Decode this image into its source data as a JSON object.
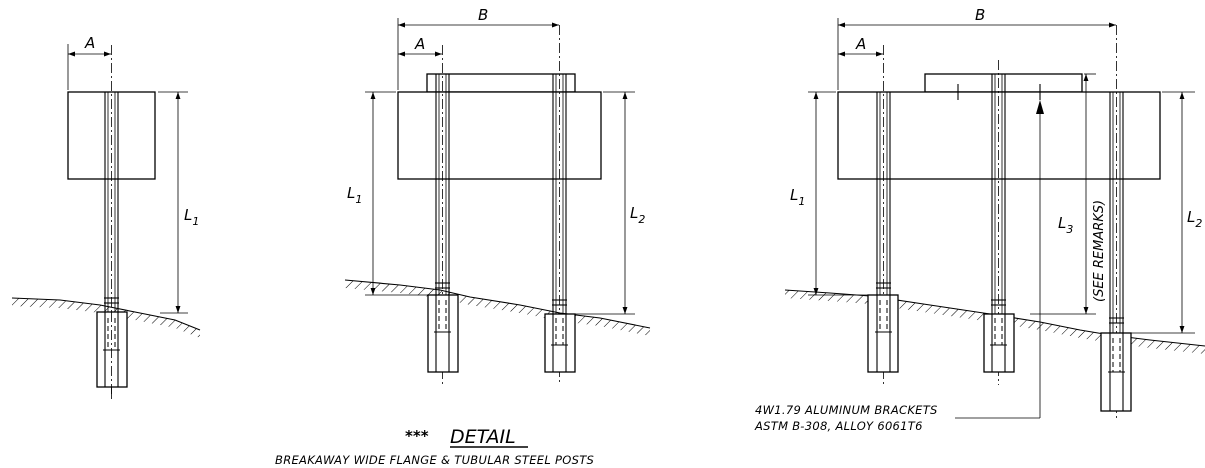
{
  "dims": {
    "A": "A",
    "B": "B",
    "L1_main": "L",
    "L1_sub": "1",
    "L2_main": "L",
    "L2_sub": "2",
    "L3_main": "L",
    "L3_sub": "3",
    "see_remarks": "(SEE REMARKS)"
  },
  "bracket_note": {
    "line1": "4W1.79 ALUMINUM BRACKETS",
    "line2": "ASTM B-308, ALLOY 6061T6"
  },
  "detail": {
    "marker": "***",
    "title": "DETAIL",
    "subtitle": "BREAKAWAY WIDE FLANGE & TUBULAR STEEL POSTS"
  }
}
